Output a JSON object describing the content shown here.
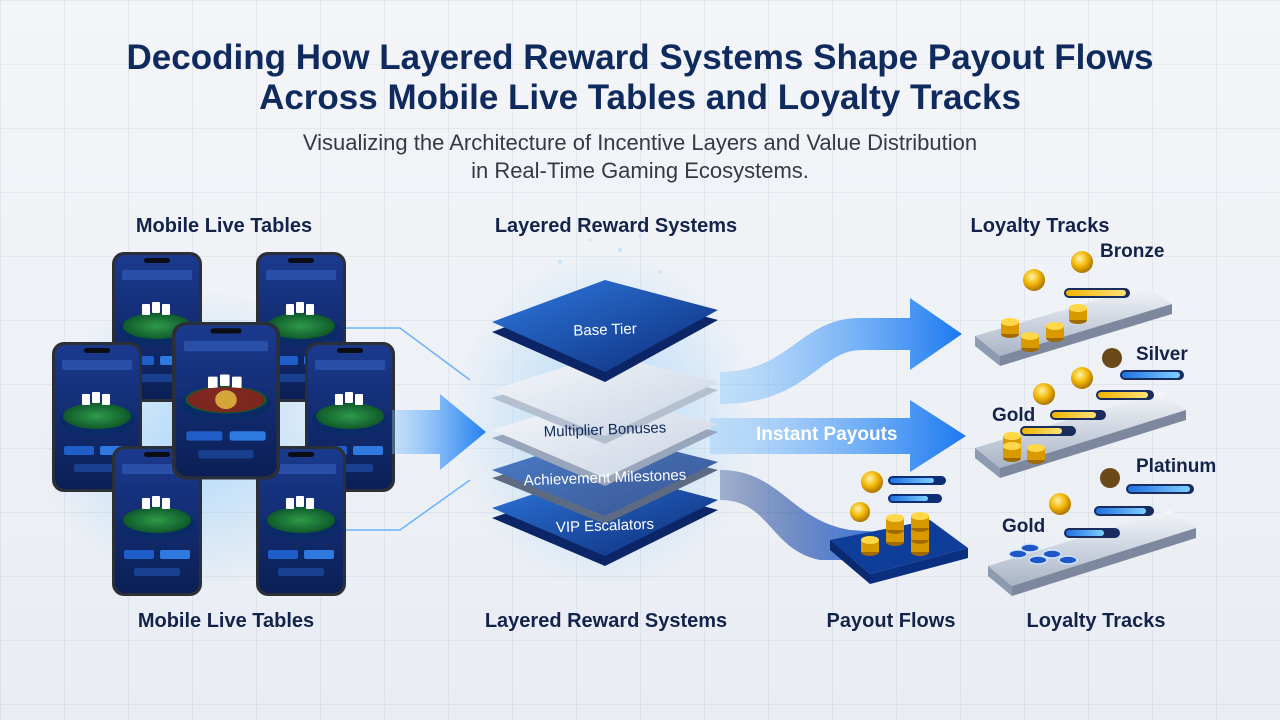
{
  "header": {
    "title_line1": "Decoding How Layered Reward Systems Shape Payout Flows",
    "title_line2": "Across Mobile Live Tables and Loyalty Tracks",
    "subtitle_line1": "Visualizing the Architecture of Incentive Layers and Value Distribution",
    "subtitle_line2": "in Real-Time Gaming Ecosystems."
  },
  "columns": {
    "top_left": "Mobile Live Tables",
    "top_center": "Layered Reward Systems",
    "top_right": "Loyalty Tracks",
    "bottom_left": "Mobile Live Tables",
    "bottom_center": "Layered Reward Systems",
    "bottom_payout": "Payout Flows",
    "bottom_right": "Loyalty Tracks"
  },
  "layers": [
    "Base Tier",
    "Multiplier Bonuses",
    "Achievement Milestones",
    "VIP Escalators"
  ],
  "flows": {
    "instant": "Instant Payouts"
  },
  "tiers": {
    "bronze": "Bronze",
    "silver": "Silver",
    "gold_1": "Gold",
    "platinum": "Platinum",
    "gold_2": "Gold"
  },
  "colors": {
    "title": "#0f2a5c",
    "accent": "#1e7be8",
    "layer_dark": "#123a8a",
    "coin": "#f2b705"
  }
}
